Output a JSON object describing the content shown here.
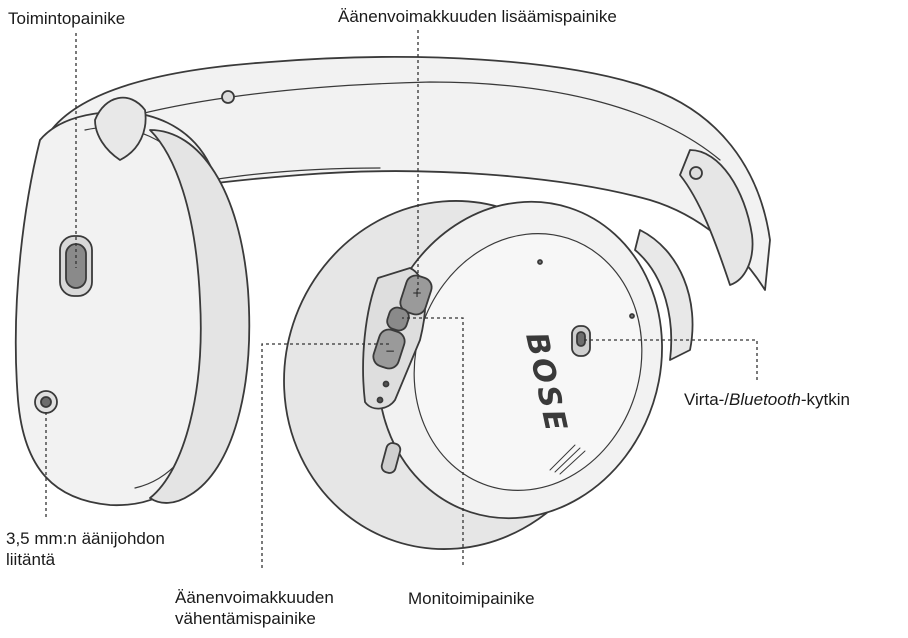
{
  "labels": {
    "action_button": "Toimintopainike",
    "volume_up": "Äänenvoimakkuuden lisäämispainike",
    "power_bluetooth_prefix": "Virta-/",
    "power_bluetooth_italic": "Bluetooth",
    "power_bluetooth_suffix": "-kytkin",
    "audio_jack_line1": "3,5 mm:n äänijohdon",
    "audio_jack_line2": "liitäntä",
    "volume_down_line1": "Äänenvoimakkuuden",
    "volume_down_line2": "vähentämispainike",
    "multifunction": "Monitoimipainike"
  },
  "logo_text": "BOSE",
  "button_symbols": {
    "plus": "+",
    "minus": "−"
  },
  "colors": {
    "outline": "#3a3a3a",
    "fill": "#f2f2f2",
    "shade": "#d9d9d9",
    "dark": "#6d6d6d",
    "leader": "#333333"
  }
}
